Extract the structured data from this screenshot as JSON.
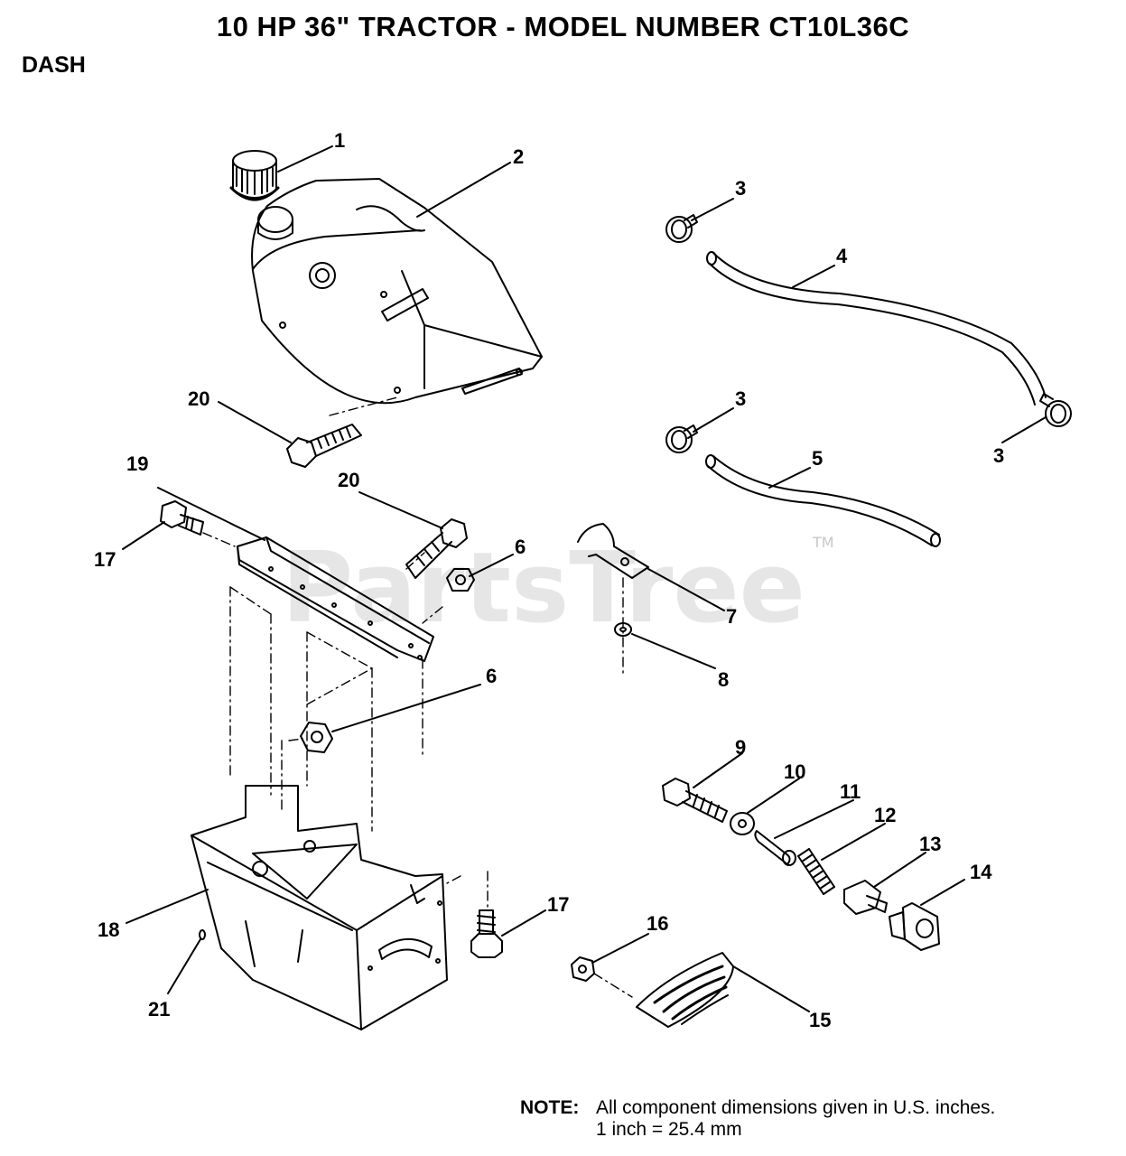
{
  "header": {
    "title": "10 HP 36\" TRACTOR  - MODEL NUMBER CT10L36C",
    "section": "DASH"
  },
  "watermark": {
    "text": "PartsTree",
    "tm": "TM"
  },
  "callouts": {
    "c1": "1",
    "c2": "2",
    "c3a": "3",
    "c3b": "3",
    "c3c": "3",
    "c4": "4",
    "c5": "5",
    "c6a": "6",
    "c6b": "6",
    "c7": "7",
    "c8": "8",
    "c9": "9",
    "c10": "10",
    "c11": "11",
    "c12": "12",
    "c13": "13",
    "c14": "14",
    "c15": "15",
    "c16": "16",
    "c17a": "17",
    "c17b": "17",
    "c18": "18",
    "c19": "19",
    "c20a": "20",
    "c20b": "20",
    "c21": "21"
  },
  "note": {
    "label": "NOTE:",
    "line1": "All component dimensions given in U.S. inches.",
    "line2": "1 inch = 25.4 mm"
  }
}
